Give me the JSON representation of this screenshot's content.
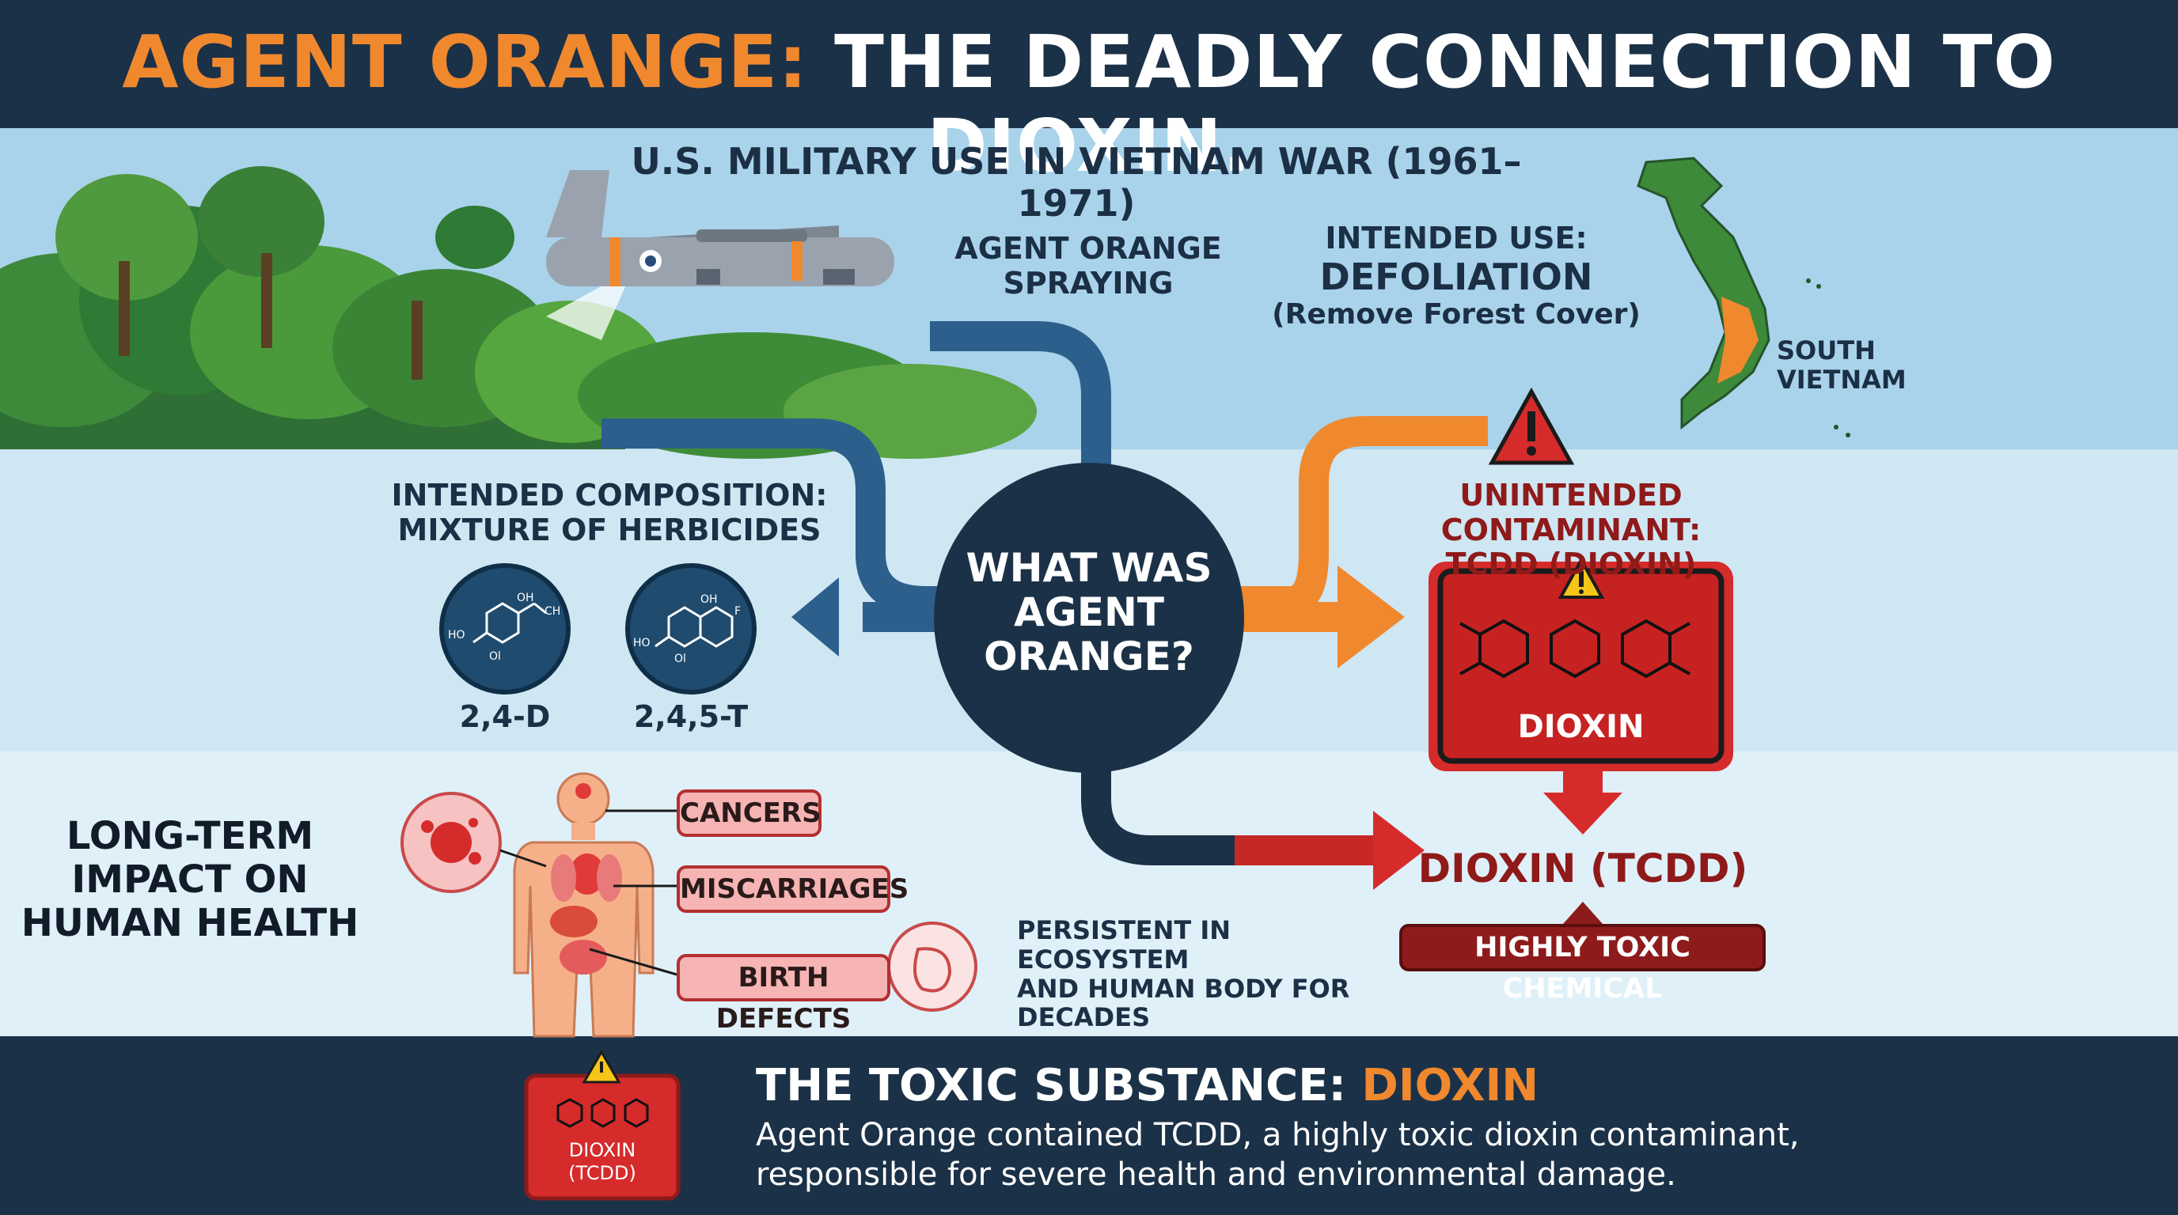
{
  "title": {
    "accent": "AGENT ORANGE:",
    "rest": " THE DEADLY CONNECTION TO DIOXIN."
  },
  "military_use": "U.S. MILITARY USE IN VIETNAM WAR (1961–1971)",
  "spraying": {
    "line1": "AGENT ORANGE",
    "line2": "SPRAYING"
  },
  "intended_use": {
    "line1": "INTENDED USE:",
    "line2": "DEFOLIATION",
    "line3": "(Remove Forest Cover)"
  },
  "map_label": {
    "line1": "SOUTH",
    "line2": "VIETNAM"
  },
  "composition": {
    "line1": "INTENDED COMPOSITION:",
    "line2": "MIXTURE OF HERBICIDES"
  },
  "herbicides": [
    {
      "name": "2,4-D",
      "mol": {
        "top": "OH",
        "side": "CH",
        "left": "HO",
        "bottom": "Ol"
      }
    },
    {
      "name": "2,4,5-T",
      "mol": {
        "top": "OH",
        "side": "F",
        "left": "HO",
        "bottom": "Ol"
      }
    }
  ],
  "center": {
    "line1": "WHAT WAS",
    "line2": "AGENT",
    "line3": "ORANGE?"
  },
  "contaminant": {
    "line1": "UNINTENDED CONTAMINANT:",
    "line2": "TCDD (DIOXIN)"
  },
  "dioxin_box_label": "DIOXIN",
  "dioxin_tcdd": "DIOXIN (TCDD)",
  "toxic_label": "HIGHLY TOXIC CHEMICAL",
  "persistent": {
    "line1": "PERSISTENT IN ECOSYSTEM",
    "line2": "AND HUMAN BODY FOR",
    "line3": "DECADES"
  },
  "health": {
    "line1": "LONG-TERM",
    "line2": "IMPACT ON",
    "line3": "HUMAN HEALTH"
  },
  "effects": [
    "CANCERS",
    "MISCARRIAGES",
    "BIRTH DEFECTS"
  ],
  "footer": {
    "heading": "THE TOXIC SUBSTANCE: ",
    "heading_accent": "DIOXIN",
    "line1": "Agent Orange contained TCDD, a highly toxic dioxin contaminant,",
    "line2": "responsible for severe health and environmental damage.",
    "badge_line1": "DIOXIN",
    "badge_line2": "(TCDD)"
  },
  "colors": {
    "navy": "#1b3147",
    "orange": "#f0882e",
    "red": "#d62b2b",
    "blue_arrow": "#2d5f8c"
  }
}
